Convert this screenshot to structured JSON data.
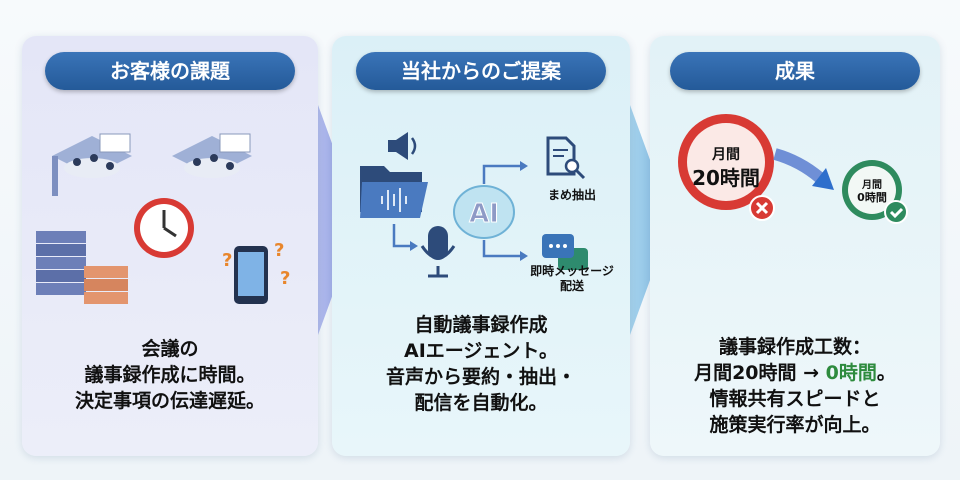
{
  "panels": [
    {
      "title": "お客様の課題",
      "lines": [
        "会議の",
        "議事録作成に時間。",
        "決定事項の伝達遅延。"
      ]
    },
    {
      "title": "当社からのご提案",
      "lines": [
        "自動議事録作成",
        "AIエージェント。",
        "音声から要約・抽出・",
        "配信を自動化。"
      ],
      "icon_labels": {
        "ai": "AI",
        "extract": "まめ抽出",
        "message_line1": "即時メッセージ",
        "message_line2": "配送"
      }
    },
    {
      "title": "成果",
      "lines": [
        "議事録作成工数：",
        "情報共有スピードと",
        "施策実行率が向上。"
      ],
      "line2_prefix": "月間20時間 → ",
      "line2_highlight": "0時間",
      "line2_suffix": "。",
      "clock_before": {
        "line1": "月間",
        "line2": "20時間"
      },
      "clock_after": {
        "line1": "月間",
        "line2": "0時間"
      }
    }
  ],
  "colors": {
    "pill": "#2b62a6",
    "red": "#d83a34",
    "green": "#2e8b5e"
  }
}
